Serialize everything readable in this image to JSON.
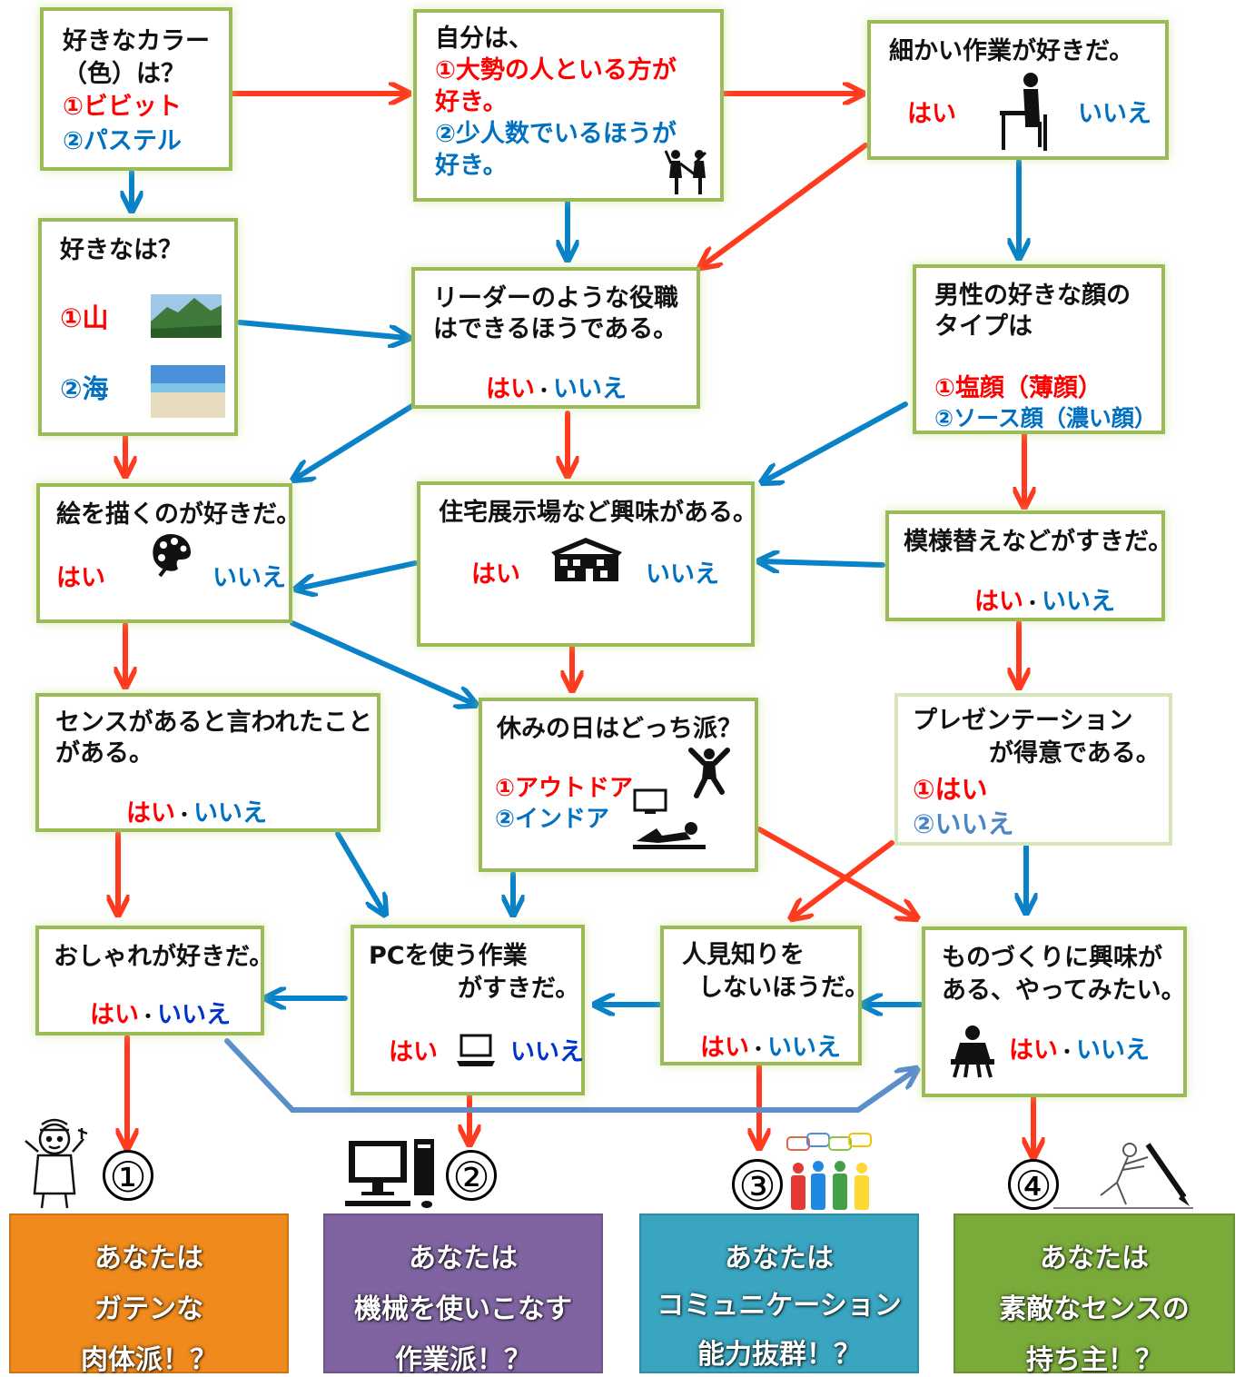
{
  "colors": {
    "yes_arrow": "#ff3b1f",
    "no_arrow": "#0a82c8",
    "connector": "#5b8fc9",
    "border": "#9bbb59",
    "result1": "#f08a1c",
    "result2": "#8064a2",
    "result3": "#3aa5c0",
    "result4": "#7aab3a"
  },
  "q_color": {
    "title1": "好きなカラー",
    "title2": "（色）は？",
    "opt1": "①ビビット",
    "opt2": "②パステル"
  },
  "q_group": {
    "line1": "自分は、",
    "opt1a": "①大勢の人といる方が",
    "opt1b": "好き。",
    "opt2a": "②少人数でいるほうが",
    "opt2b": "好き。",
    "icon": "two-people-icon"
  },
  "q_detail": {
    "title": "細かい作業が好きだ。",
    "yes": "はい",
    "no": "いいえ",
    "icon": "desk-worker-icon"
  },
  "q_place": {
    "title": "好きなは？",
    "opt1": "①山",
    "opt2": "②海",
    "img1": "mountain-photo",
    "img2": "beach-photo"
  },
  "q_leader": {
    "line1": "リーダーのような役職",
    "line2": "はできるほうである。",
    "yes": "はい",
    "sep": "・",
    "no": "いいえ"
  },
  "q_face": {
    "line1": "男性の好きな顔の",
    "line2": "タイプは",
    "opt1": "①塩顔（薄顔）",
    "opt2": "②ソース顔（濃い顔）"
  },
  "q_draw": {
    "title": "絵を描くのが好きだ。",
    "yes": "はい",
    "no": "いいえ",
    "icon": "palette-icon"
  },
  "q_house": {
    "title": "住宅展示場など興味がある。",
    "yes": "はい",
    "no": "いいえ",
    "icon": "house-icon"
  },
  "q_remodel": {
    "title": "模様替えなどがすきだ。",
    "yes": "はい",
    "sep": "・",
    "no": "いいえ"
  },
  "q_sense": {
    "line1": "センスがあると言われたこと",
    "line2": "がある。",
    "yes": "はい",
    "sep": "・",
    "no": "いいえ"
  },
  "q_holiday": {
    "title": "休みの日はどっち派？",
    "opt1": "①アウトドア",
    "opt2": "②インドア",
    "icon1": "jumping-person-icon",
    "icon2": "lying-tv-icon"
  },
  "q_present": {
    "line1": "プレゼンテーション",
    "line2": "が得意である。",
    "opt1": "①はい",
    "opt2": "②いいえ"
  },
  "q_fashion": {
    "title": "おしゃれが好きだ。",
    "yes": "はい",
    "sep": "・",
    "no": "いいえ"
  },
  "q_pc": {
    "line1": "PCを使う作業",
    "line2": "がすきだ。",
    "yes": "はい",
    "no": "いいえ",
    "icon": "laptop-icon"
  },
  "q_shy": {
    "line1": "人見知りを",
    "line2": "しないほうだ。",
    "yes": "はい",
    "sep": "・",
    "no": "いいえ"
  },
  "q_craft": {
    "line1": "ものづくりに興味が",
    "line2": "ある、やってみたい。",
    "yes": "はい",
    "sep": "・",
    "no": "いいえ",
    "icon": "craftsman-icon"
  },
  "results": [
    {
      "num": "①",
      "line1": "あなたは",
      "line2": "ガテンな",
      "line3": "肉体派！？",
      "icon": "worker-mascot-icon"
    },
    {
      "num": "②",
      "line1": "あなたは",
      "line2": "機械を使いこなす",
      "line3": "作業派！？",
      "icon": "desktop-computer-icon"
    },
    {
      "num": "③",
      "line1": "あなたは",
      "line2": "コミュニケーション",
      "line3": "能力抜群！？",
      "icon": "people-chat-icon"
    },
    {
      "num": "④",
      "line1": "あなたは",
      "line2": "素敵なセンスの",
      "line3": "持ち主！？",
      "icon": "pen-drawing-icon"
    }
  ]
}
